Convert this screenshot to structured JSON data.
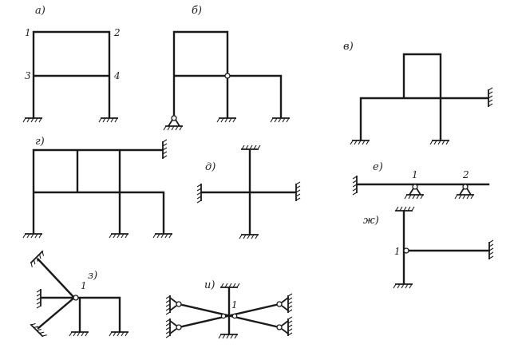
{
  "diagrams": [
    {
      "label": "а)",
      "nodes": [
        "1",
        "2",
        "3",
        "4"
      ]
    },
    {
      "label": "б)",
      "nodes": []
    },
    {
      "label": "в)",
      "nodes": []
    },
    {
      "label": "г)",
      "nodes": []
    },
    {
      "label": "д)",
      "nodes": []
    },
    {
      "label": "е)",
      "nodes": [
        "1",
        "2"
      ]
    },
    {
      "label": "ж)",
      "nodes": [
        "1"
      ]
    },
    {
      "label": "з)",
      "nodes": [
        "1"
      ]
    },
    {
      "label": "и)",
      "nodes": [
        "1"
      ]
    }
  ],
  "colors": {
    "ink": "#1a1a1a",
    "background": "#ffffff"
  }
}
